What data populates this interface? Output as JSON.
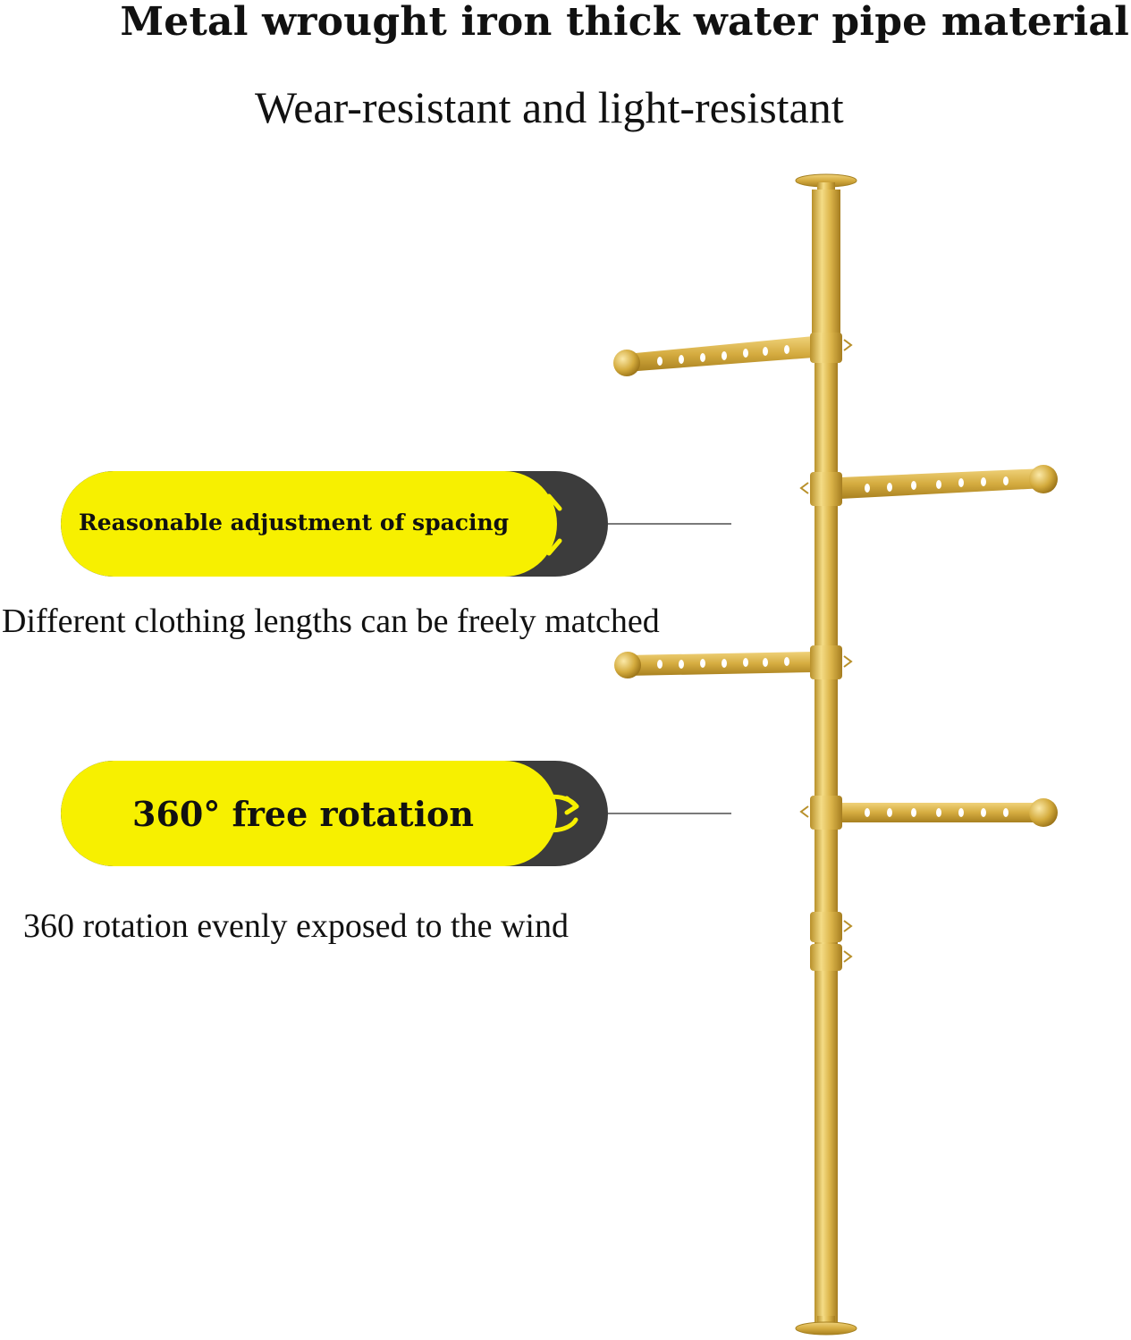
{
  "header": {
    "title": "Metal wrought iron thick water pipe material",
    "subtitle": "Wear-resistant and light-resistant"
  },
  "features": [
    {
      "label": "Reasonable adjustment of spacing",
      "icon": "vertical-double-arrow-icon",
      "description": "Different clothing lengths can be freely matched"
    },
    {
      "label": "360° free rotation",
      "icon": "rotate-arrows-icon",
      "description": "360 rotation evenly exposed to the wind"
    }
  ],
  "colors": {
    "accent_yellow": "#f7f000",
    "pill_dark": "#3c3c3c",
    "gold": "#d9b33f"
  }
}
